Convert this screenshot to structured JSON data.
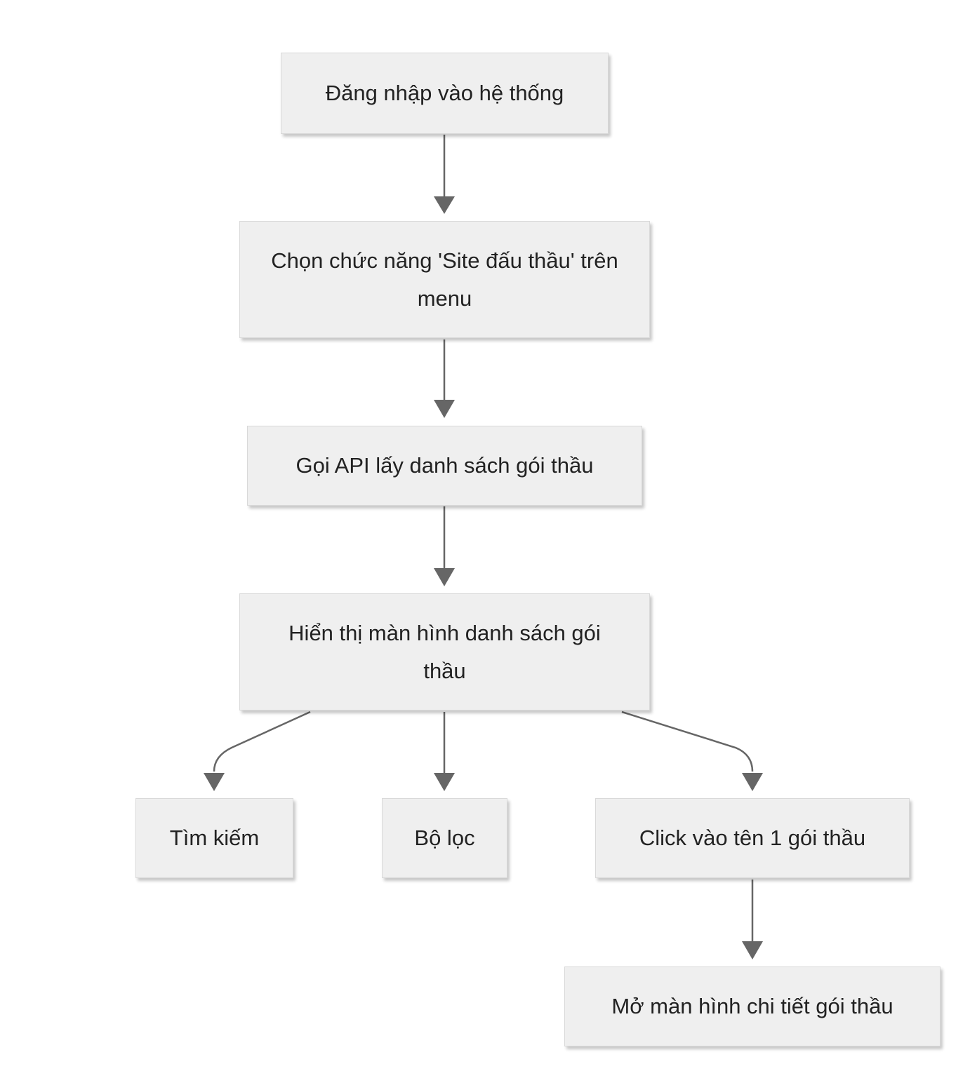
{
  "diagram": {
    "colors": {
      "node_fill": "#efefef",
      "node_border": "#d9d9d9",
      "edge": "#666666",
      "text": "#222222"
    },
    "nodes": [
      {
        "id": "login",
        "label": "Đăng nhập vào hệ thống"
      },
      {
        "id": "menu",
        "label": "Chọn chức năng 'Site đấu thầu' trên menu"
      },
      {
        "id": "api",
        "label": "Gọi API lấy danh sách gói thầu"
      },
      {
        "id": "list",
        "label": "Hiển thị màn hình danh sách gói thầu"
      },
      {
        "id": "search",
        "label": "Tìm kiếm"
      },
      {
        "id": "filter",
        "label": "Bộ lọc"
      },
      {
        "id": "click",
        "label": "Click vào tên 1 gói thầu"
      },
      {
        "id": "detail",
        "label": "Mở màn hình chi tiết gói thầu"
      }
    ],
    "edges": [
      {
        "from": "login",
        "to": "menu"
      },
      {
        "from": "menu",
        "to": "api"
      },
      {
        "from": "api",
        "to": "list"
      },
      {
        "from": "list",
        "to": "search"
      },
      {
        "from": "list",
        "to": "filter"
      },
      {
        "from": "list",
        "to": "click"
      },
      {
        "from": "click",
        "to": "detail"
      }
    ]
  }
}
